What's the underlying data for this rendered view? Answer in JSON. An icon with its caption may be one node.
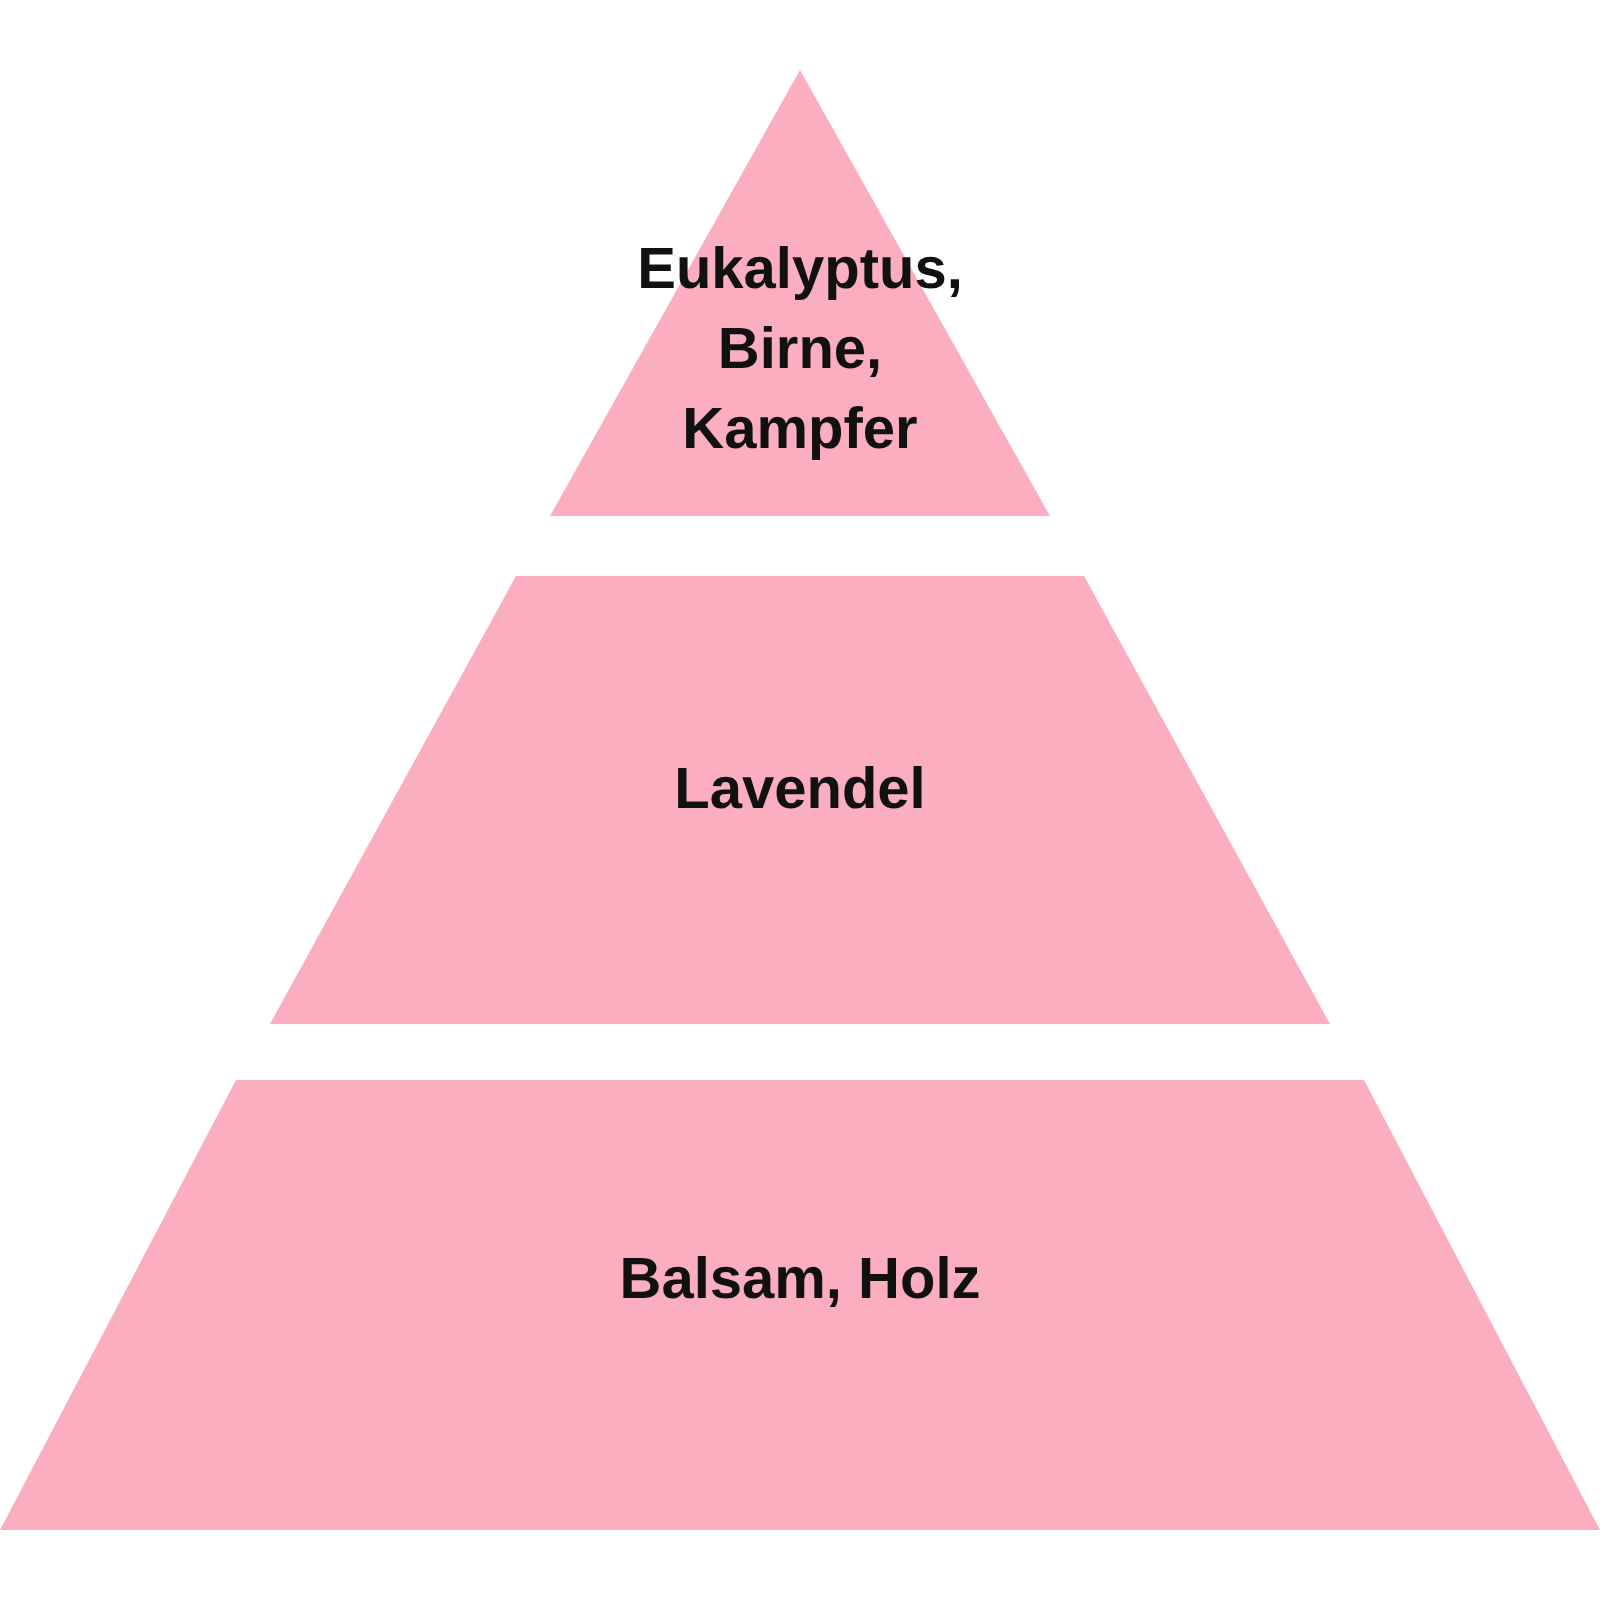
{
  "diagram": {
    "nodes": [
      {
        "text": [
          "Eukalyptus, Birne, Kampfer"
        ]
      },
      {
        "text": [
          "Lavendel"
        ]
      },
      {
        "text": [
          "Balsam, Holz"
        ]
      }
    ]
  }
}
